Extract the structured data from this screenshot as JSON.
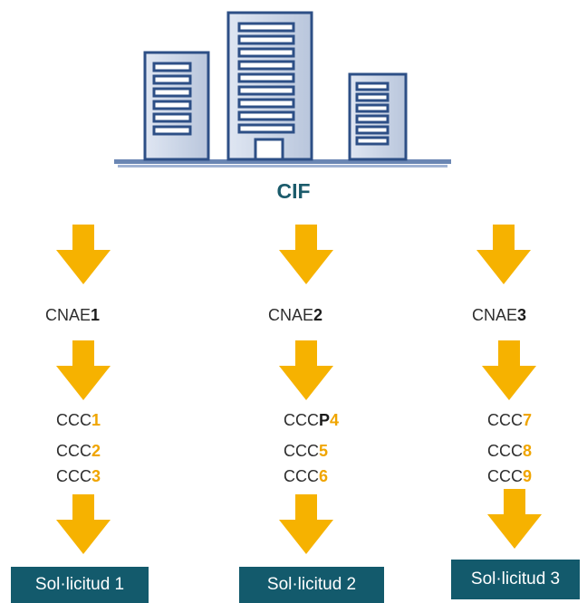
{
  "title": "CIF",
  "colors": {
    "arrow": "#f6b200",
    "title": "#1b5b6b",
    "box_bg": "#135a6c",
    "number_accent": "#f0a500"
  },
  "icon": "office-buildings-icon",
  "columns": [
    {
      "cnae": {
        "prefix": "CNAE",
        "num": "1"
      },
      "ccc": [
        {
          "prefix": "CCC",
          "num": "1"
        },
        {
          "prefix": "CCC",
          "num": "2"
        },
        {
          "prefix": "CCC",
          "num": "3"
        }
      ],
      "request": "Sol·licitud 1"
    },
    {
      "cnae": {
        "prefix": "CNAE",
        "num": "2"
      },
      "ccc": [
        {
          "prefix": "CCC",
          "bold": "P",
          "num": "4"
        },
        {
          "prefix": "CCC",
          "num": "5"
        },
        {
          "prefix": "CCC",
          "num": "6"
        }
      ],
      "request": "Sol·licitud 2"
    },
    {
      "cnae": {
        "prefix": "CNAE",
        "num": "3"
      },
      "ccc": [
        {
          "prefix": "CCC",
          "num": "7"
        },
        {
          "prefix": "CCC",
          "num": "8"
        },
        {
          "prefix": "CCC",
          "num": "9"
        }
      ],
      "request": "Sol·licitud 3"
    }
  ]
}
